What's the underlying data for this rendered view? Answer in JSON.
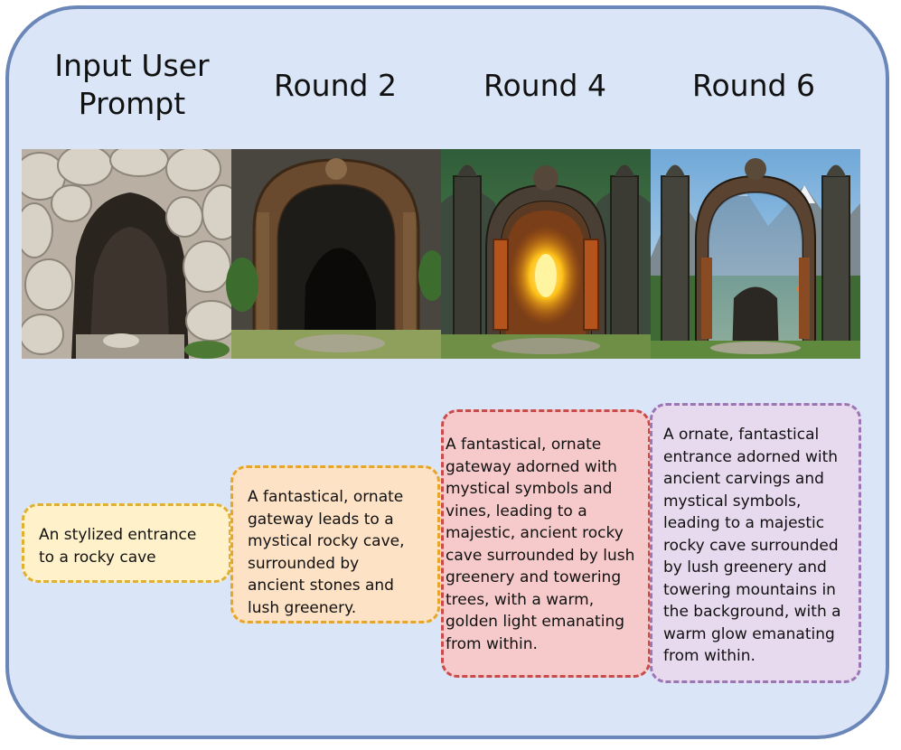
{
  "columns": [
    {
      "header": "Input User\nPrompt",
      "image_label": "rocky cave entrance",
      "prompt": "An stylized entrance\nto a rocky cave",
      "fill": "#fff1c9",
      "border": "#e0b033"
    },
    {
      "header": "Round 2",
      "image_label": "ornate carved gateway in front of rocky cave",
      "prompt": "A fantastical, ornate\ngateway leads to a\nmystical rocky cave,\nsurrounded by\nancient stones and\nlush greenery.",
      "fill": "#fde2c6",
      "border": "#e6a62a"
    },
    {
      "header": "Round 4",
      "image_label": "ornate gateway with vines and golden light in cave",
      "prompt": "A fantastical, ornate\ngateway adorned with\nmystical symbols and\nvines, leading to a\nmajestic, ancient rocky\ncave surrounded by lush\ngreenery and towering\ntrees, with a warm,\ngolden light emanating\nfrom within.",
      "fill": "#f6caca",
      "border": "#c94b4b"
    },
    {
      "header": "Round 6",
      "image_label": "ornate gateway with mountains in background",
      "prompt": "A ornate, fantastical\nentrance adorned with\nancient carvings and\nmystical symbols,\nleading to a majestic\nrocky cave surrounded\nby lush greenery and\ntowering mountains in\nthe background, with a\nwarm glow emanating\nfrom within.",
      "fill": "#e7d9ee",
      "border": "#9a76b5"
    }
  ],
  "colors": {
    "panel_bg": "#dae6f7",
    "panel_border": "#6b86b8"
  }
}
